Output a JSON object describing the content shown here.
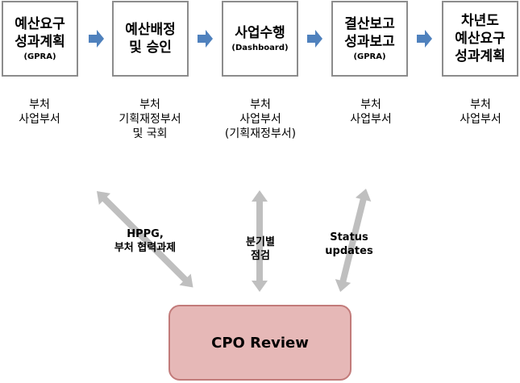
{
  "stages": [
    {
      "title": "예산요구\n성과계획",
      "sub": "(GPRA)",
      "owner": "부처\n사업부서"
    },
    {
      "title": "예산배정\n및 승인",
      "sub": "",
      "owner": "부처\n기획재정부서\n및 국회"
    },
    {
      "title": "사업수행",
      "sub": "(Dashboard)",
      "owner": "부처\n사업부서\n(기획재정부서)"
    },
    {
      "title": "결산보고\n성과보고",
      "sub": "(GPRA)",
      "owner": "부처\n사업부서"
    },
    {
      "title": "차년도\n예산요구\n성과계획",
      "sub": "",
      "owner": "부처\n사업부서"
    }
  ],
  "flows": [
    {
      "label": "HPPG,\n부처 협력과제"
    },
    {
      "label": "분기별\n점검"
    },
    {
      "label": "Status\nupdates"
    }
  ],
  "review": {
    "label": "CPO Review"
  },
  "colors": {
    "arrow_blue": "#4f81bd",
    "arrow_gray": "#bfbfbf",
    "review_fill": "#e6b8b7",
    "box_border": "#8c8c8c"
  }
}
